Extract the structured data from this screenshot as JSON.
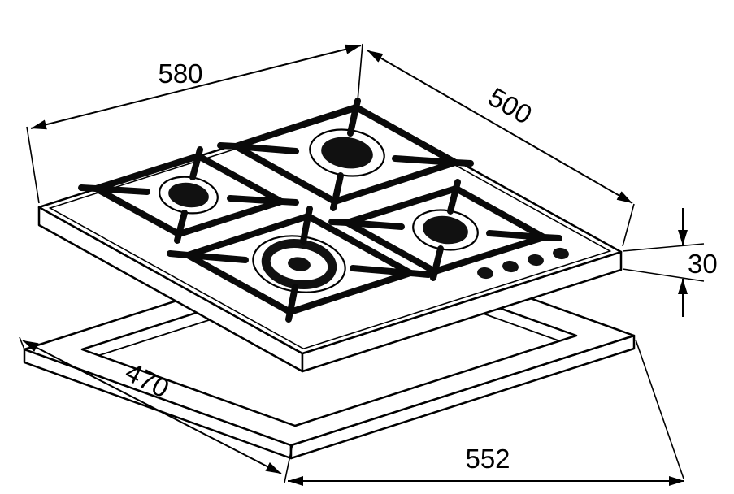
{
  "colors": {
    "line": "#000000",
    "surface": "#ffffff",
    "burner_dark": "#111111"
  },
  "dimensions": {
    "hob_width": "580",
    "hob_depth": "500",
    "hob_height": "30",
    "cutout_depth": "470",
    "cutout_width": "552"
  }
}
